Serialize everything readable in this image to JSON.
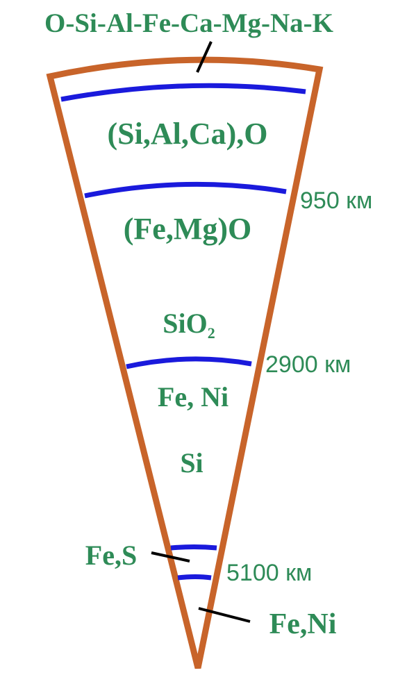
{
  "top_composition": "O-Si-Al-Fe-Ca-Mg-Na-K",
  "layers": {
    "crust_mantle": "(Si,Al,Ca),O",
    "lower_mantle": "(Fe,Mg)O",
    "outer_core_oxide_main": "SiO",
    "outer_core_oxide_sub": "2",
    "outer_core_metals": "Fe, Ni",
    "outer_core_si": "Si",
    "boundary_fes": "Fe,S",
    "inner_core": "Fe,Ni"
  },
  "depths": {
    "d1": "950 км",
    "d2": "2900 км",
    "d3": "5100 км"
  },
  "colors": {
    "outline": "#c8642a",
    "boundary": "#1a1adc",
    "text": "#2e8b57",
    "pointer": "#000000"
  }
}
